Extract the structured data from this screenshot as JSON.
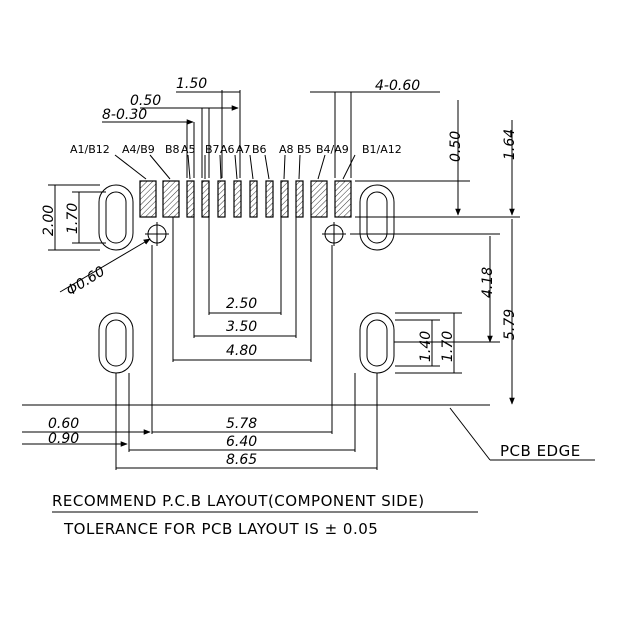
{
  "dimensions": {
    "pitch": "1.50",
    "small_pitch": "0.50",
    "pad_range": "8-0.30",
    "wide_pad": "4-0.60",
    "pad_height": "0.50",
    "row_offset": "1.64",
    "slot_left_outer": "2.00",
    "slot_left_inner": "1.70",
    "hole": "Φ0.60",
    "span_4_18": "4.18",
    "span_5_79": "5.79",
    "width_2_50": "2.50",
    "width_3_50": "3.50",
    "width_4_80": "4.80",
    "slot_right_inner": "1.40",
    "slot_right_outer": "1.70",
    "edge_0_60": "0.60",
    "edge_0_90": "0.90",
    "width_5_78": "5.78",
    "width_6_40": "6.40",
    "width_8_65": "8.65"
  },
  "pin_labels": {
    "a1_b12": "A1/B12",
    "a4_b9": "A4/B9",
    "b8": "B8",
    "a5": "A5",
    "b7": "B7",
    "a6": "A6",
    "a7": "A7",
    "b6": "B6",
    "a8": "A8",
    "b5": "B5",
    "b4_a9": "B4/A9",
    "b1_a12": "B1/A12"
  },
  "pcb_edge_label": "PCB EDGE",
  "notes": {
    "title": "RECOMMEND P.C.B LAYOUT(COMPONENT SIDE)",
    "tolerance": "TOLERANCE FOR PCB LAYOUT IS ± 0.05"
  }
}
